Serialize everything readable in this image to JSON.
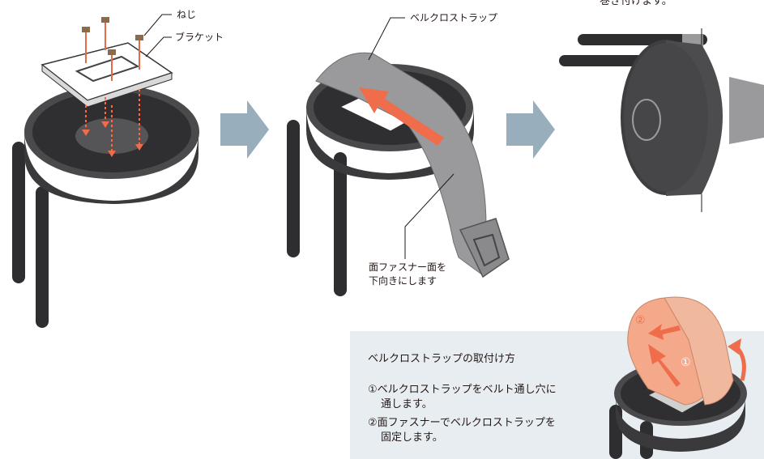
{
  "labels": {
    "screw": "ねじ",
    "bracket": "ブラケット",
    "velcro_strap": "ベルクロストラップ",
    "fastener_note_1": "面ファスナー面を",
    "fastener_note_2": "下向きにします",
    "top_right_caption": "巻き付けます。"
  },
  "howto": {
    "title": "ベルクロストラップの取付け方",
    "step1_line1": "①ベルクロストラップをベルト通し穴に",
    "step1_line2": "通します。",
    "step2_line1": "②面ファスナーでベルクロストラップを",
    "step2_line2": "固定します。"
  },
  "step_markers": {
    "one": "①",
    "two": "②"
  },
  "colors": {
    "device_dark": "#3a3a3c",
    "device_mid": "#555557",
    "strap_gray": "#9a9a9c",
    "strap_salmon": "#f3a98a",
    "arrow_orange": "#ef6d4a",
    "flow_arrow": "#98aebc",
    "box_bg": "#e8edf1"
  }
}
